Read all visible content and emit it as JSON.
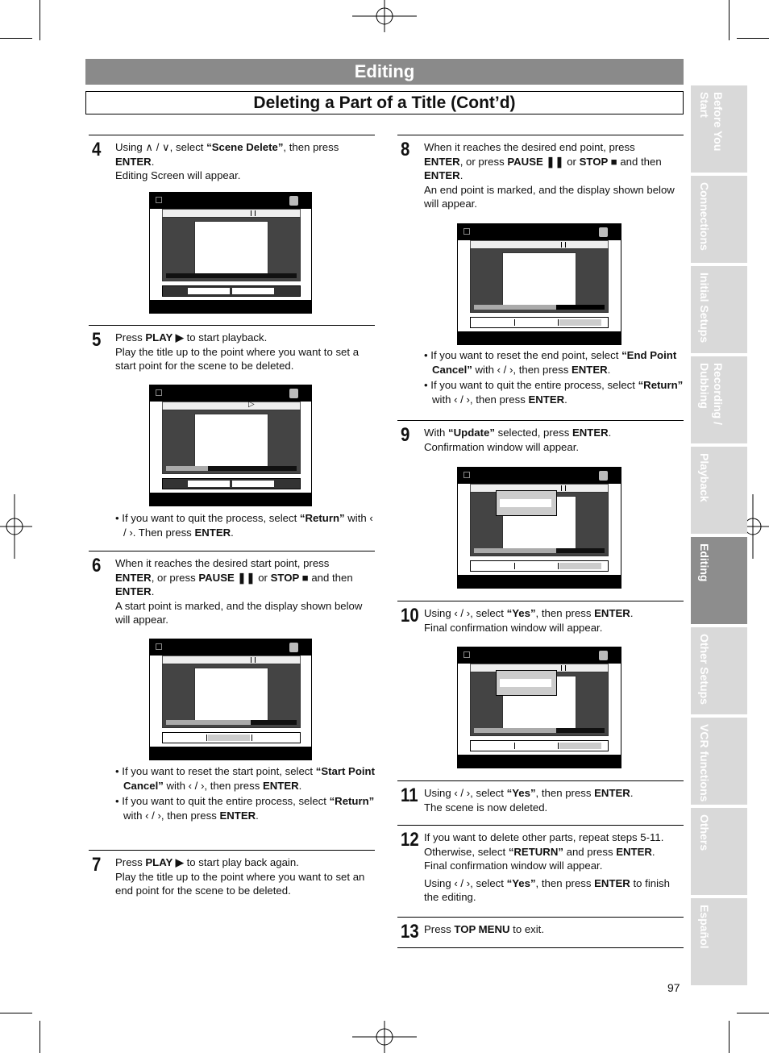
{
  "header": {
    "section": "Editing",
    "title": "Deleting a Part of a Title (Cont’d)"
  },
  "side_tabs": [
    "Before You Start",
    "Connections",
    "Initial Setups",
    "Recording / Dubbing",
    "Playback",
    "Editing",
    "Other Setups",
    "VCR functions",
    "Others",
    "Español"
  ],
  "active_tab": "Editing",
  "steps": {
    "s4": {
      "num": "4",
      "l1a": "Using ∧ / ∨, select ",
      "l1b": "“Scene Delete”",
      "l1c": ", then press",
      "l2": "ENTER",
      "l2b": ".",
      "l3": "Editing Screen will appear."
    },
    "s5": {
      "num": "5",
      "l1a": "Press ",
      "l1b": "PLAY ▶",
      "l1c": " to start playback.",
      "l2": "Play the title up to the point where you want to set a start point for the scene to be deleted.",
      "b1a": "• If you want to quit the process, select ",
      "b1b": "“Return”",
      "b1c": " with ‹ / ›. Then press ",
      "b1d": "ENTER",
      "b1e": "."
    },
    "s6": {
      "num": "6",
      "l1": "When it reaches the desired start point, press",
      "l2a": "ENTER",
      "l2b": ", or press ",
      "l2c": "PAUSE ❚❚",
      "l2d": " or ",
      "l2e": "STOP ■",
      "l2f": " and then",
      "l3": "ENTER",
      "l3b": ".",
      "l4": "A start point is marked, and the display shown below will appear.",
      "b1a": "• If you want to reset the start point, select ",
      "b1b": "“Start Point Cancel”",
      "b1c": " with ‹ / ›, then press ",
      "b1d": "ENTER",
      "b1e": ".",
      "b2a": "• If you want to quit the entire process, select ",
      "b2b": "“Return”",
      "b2c": " with ‹ / ›, then press ",
      "b2d": "ENTER",
      "b2e": "."
    },
    "s7": {
      "num": "7",
      "l1a": "Press ",
      "l1b": "PLAY ▶",
      "l1c": " to start play back again.",
      "l2": "Play the title up to the point where you want to set an end point for the scene to be deleted."
    },
    "s8": {
      "num": "8",
      "l1": "When it reaches the desired end point, press",
      "l2a": "ENTER",
      "l2b": ", or press ",
      "l2c": "PAUSE ❚❚",
      "l2d": " or ",
      "l2e": "STOP ■",
      "l2f": " and then",
      "l3": "ENTER",
      "l3b": ".",
      "l4": "An end point is marked, and the display shown below will appear.",
      "b1a": "• If you want to reset the end point, select ",
      "b1b": "“End Point Cancel”",
      "b1c": " with ‹ / ›, then press ",
      "b1d": "ENTER",
      "b1e": ".",
      "b2a": "• If you want to quit the entire process, select ",
      "b2b": "“Return”",
      "b2c": " with ‹ / ›, then press ",
      "b2d": "ENTER",
      "b2e": "."
    },
    "s9": {
      "num": "9",
      "l1a": "With ",
      "l1b": "“Update”",
      "l1c": " selected, press ",
      "l1d": "ENTER",
      "l1e": ".",
      "l2": "Confirmation window will appear."
    },
    "s10": {
      "num": "10",
      "l1a": "Using ‹ / ›, select ",
      "l1b": "“Yes”",
      "l1c": ", then press ",
      "l1d": "ENTER",
      "l1e": ".",
      "l2": "Final confirmation window will appear."
    },
    "s11": {
      "num": "11",
      "l1a": "Using ‹ / ›, select ",
      "l1b": "“Yes”",
      "l1c": ", then press ",
      "l1d": "ENTER",
      "l1e": ".",
      "l2": "The scene is now deleted."
    },
    "s12": {
      "num": "12",
      "l1": "If you want to delete other parts, repeat steps 5-11.",
      "l2a": "Otherwise, select ",
      "l2b": "“RETURN”",
      "l2c": " and press ",
      "l2d": "ENTER",
      "l2e": ".",
      "l3": "Final confirmation window will appear.",
      "l4a": "Using ‹ / ›, select ",
      "l4b": "“Yes”",
      "l4c": ", then press ",
      "l4d": "ENTER",
      "l4e": " to finish the editing."
    },
    "s13": {
      "num": "13",
      "l1a": "Press ",
      "l1b": "TOP MENU",
      "l1c": " to exit."
    }
  },
  "page_number": "97"
}
